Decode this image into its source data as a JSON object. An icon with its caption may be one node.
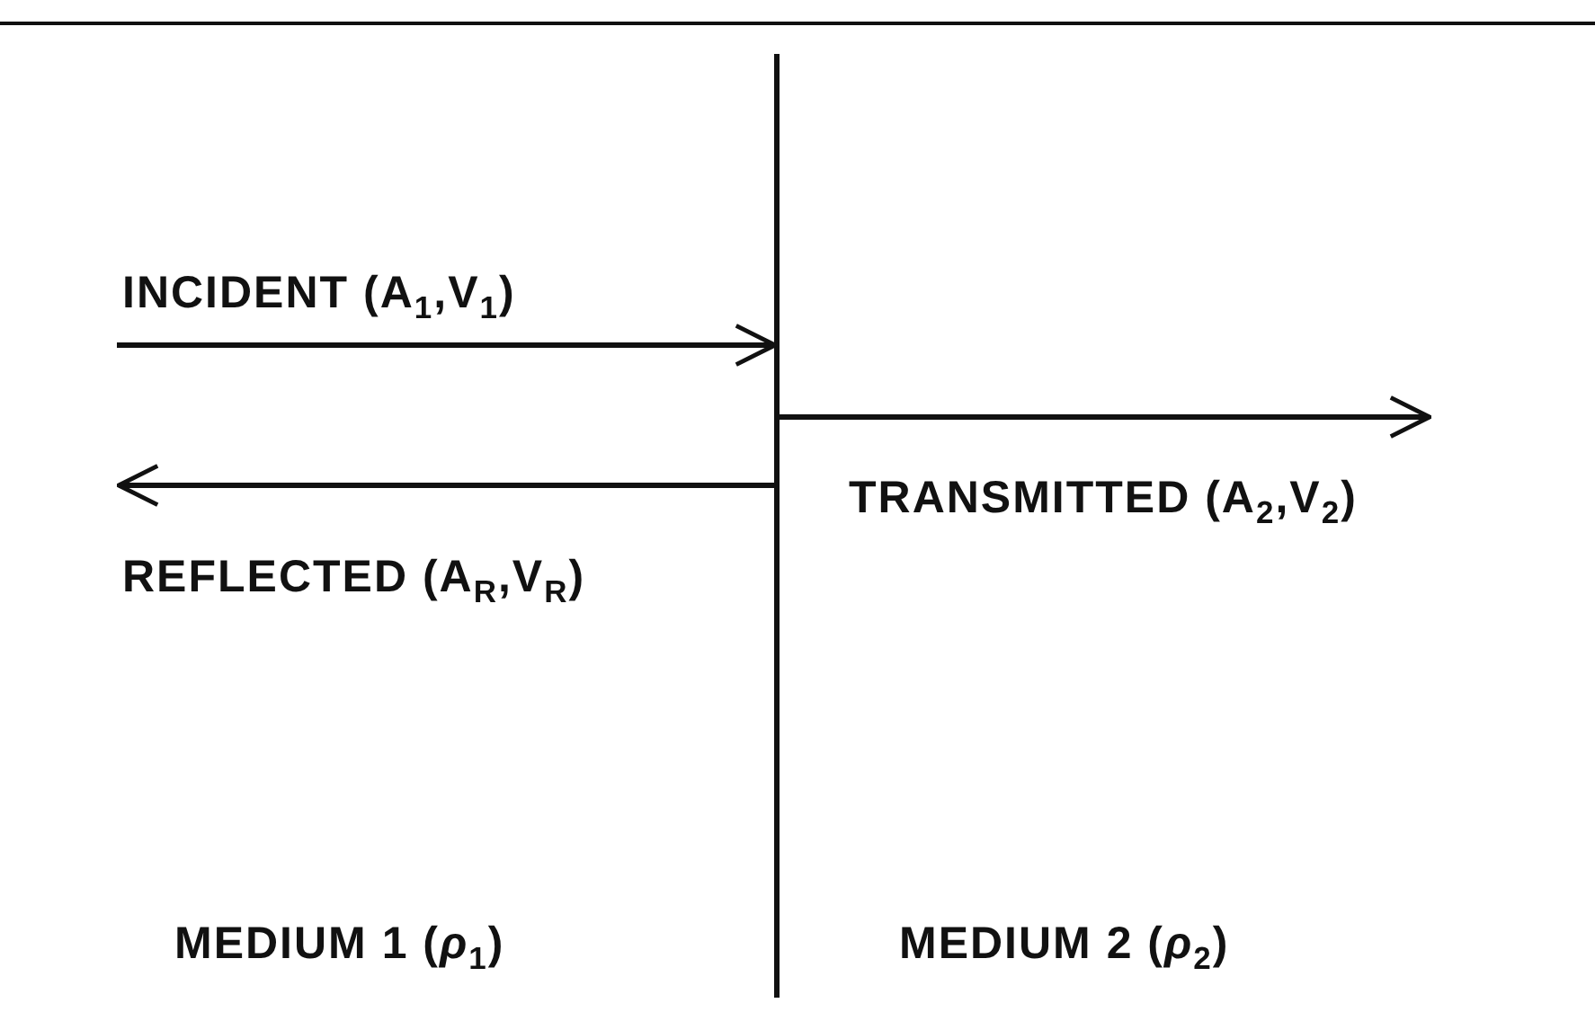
{
  "diagram": {
    "labels": [
      "INCIDENT (A$_{1}$,V$_{1}$)",
      "TRANSMITTED (A$_{2}$,V$_{2}$)",
      "REFLECTED (A$_{R}$,V$_{R}$)",
      "MEDIUM 1 (*ρ*$_{1}$)",
      "MEDIUM 2 (*ρ*$_{2}$)"
    ]
  }
}
